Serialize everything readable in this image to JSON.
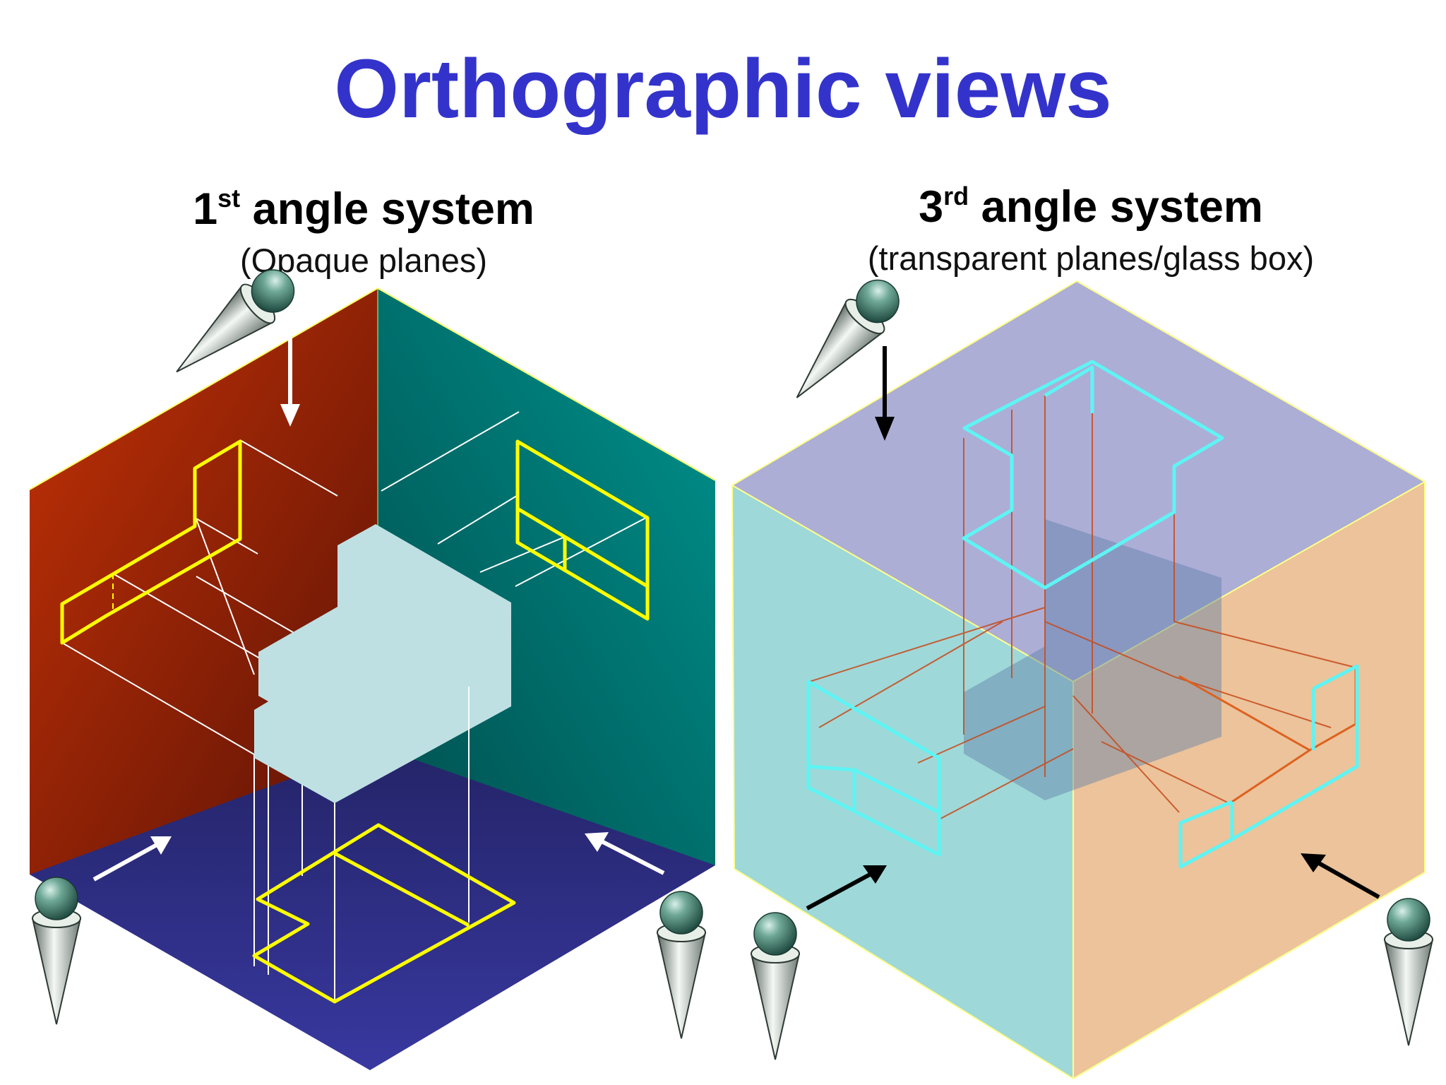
{
  "title": "Orthographic views",
  "colors": {
    "title": "#3333cc",
    "first_left_wall": "#a82a0c",
    "first_right_wall": "#00807d",
    "first_floor": "#2c2c85",
    "first_object": "#bfe0e3",
    "first_projection": "#ffff00",
    "third_top": "#acaed6",
    "third_left": "#9fd8d8",
    "third_right": "#ecc39a",
    "third_projection": "#5ef4f4",
    "third_rays": "#c74a1c"
  },
  "first_angle": {
    "label_main": "1",
    "label_sup": "st",
    "label_rest": " angle system",
    "subtitle": "(Opaque planes)"
  },
  "third_angle": {
    "label_main": "3",
    "label_sup": "rd",
    "label_rest": " angle system",
    "subtitle": "(transparent planes/glass box)"
  },
  "icons": [
    "eye-cone-observer-icon",
    "view-direction-arrow-icon"
  ]
}
